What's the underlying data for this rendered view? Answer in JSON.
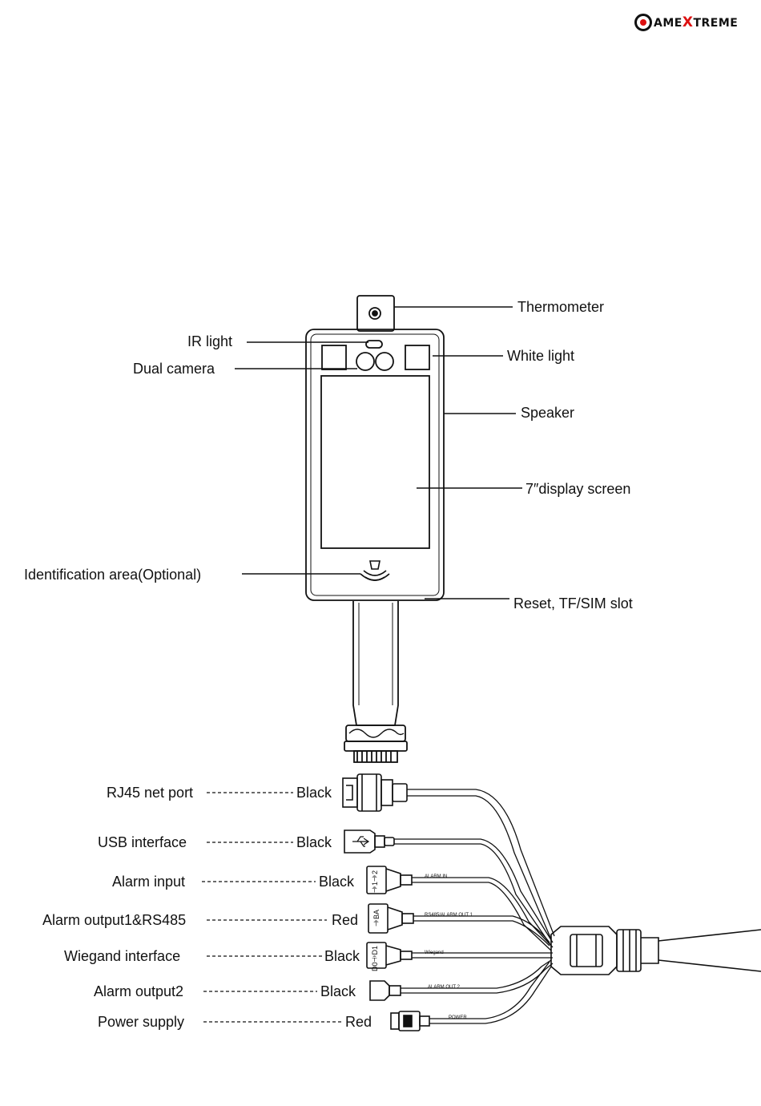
{
  "logo": {
    "prefix": "AME",
    "x": "X",
    "suffix": "TREME",
    "accent": "#d11111"
  },
  "device_labels": {
    "thermometer": "Thermometer",
    "ir_light": "IR  light",
    "white_light": "White  light",
    "dual_camera": "Dual  camera",
    "speaker": "Speaker",
    "display": "7″display  screen",
    "identification": "Identification  area(Optional)",
    "reset": "Reset,  TF/SIM  slot"
  },
  "ports": [
    {
      "name": "RJ45 net port",
      "color": "Black"
    },
    {
      "name": "USB interface",
      "color": "Black"
    },
    {
      "name": "Alarm input",
      "color": "Black"
    },
    {
      "name": "Alarm output1&RS485",
      "color": "Red"
    },
    {
      "name": "Wiegand interface",
      "color": "Black"
    },
    {
      "name": "Alarm output2",
      "color": "Black"
    },
    {
      "name": "Power supply",
      "color": "Red"
    }
  ],
  "cable_tags": {
    "alarm_in": "ALARM IN",
    "rs485": "RS485/ALARM OUT 1",
    "wiegand": "Wiegand",
    "alarm_out2": "ALARM OUT 2",
    "power": "POWER"
  },
  "connector_marks": {
    "alarm_in": "⏚1⏚2",
    "rs485": "⏚BA",
    "wiegand": "D0⏚D1"
  }
}
